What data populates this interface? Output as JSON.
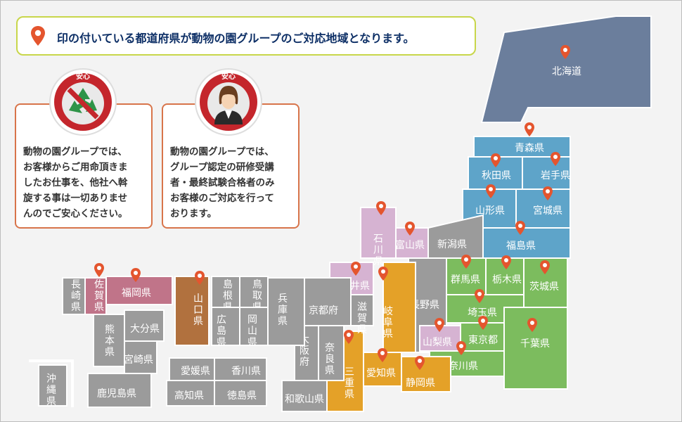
{
  "notice": {
    "text": "印の付いている都道府県が動物の園グループのご対応地域となります。"
  },
  "cards": [
    {
      "badge_text": "安心",
      "icon": "recycle-prohibited-icon",
      "text": "動物の園グループでは、\nお客様からご用命頂きま\nしたお仕事を、他社へ斡\n旋する事は一切ありませ\nんのでご安心ください。"
    },
    {
      "badge_text": "安心",
      "icon": "staff-avatar-icon",
      "text": "動物の園グループでは、\nグループ認定の研修受講\n者・最終試験合格者のみ\nお客様のご対応を行って\nおります。"
    }
  ],
  "colors": {
    "hokkaido": "#6b7e9c",
    "tohoku": "#5ea4c9",
    "kanto": "#7cbc5e",
    "chubu_orange": "#e4a128",
    "hokuriku_pink": "#d6b3d2",
    "kyushu_pink": "#c07489",
    "yamaguchi": "#b1713e",
    "gray": "#9b9b9b",
    "pin": "#e4552e",
    "notice_border": "#c8d64a",
    "card_border": "#d8744a",
    "notice_text": "#0d2f66"
  },
  "prefectures": [
    {
      "name": "北海道",
      "region": "hokkaido",
      "marked": true
    },
    {
      "name": "青森県",
      "region": "tohoku",
      "marked": true
    },
    {
      "name": "秋田県",
      "region": "tohoku",
      "marked": true
    },
    {
      "name": "岩手県",
      "region": "tohoku",
      "marked": true
    },
    {
      "name": "山形県",
      "region": "tohoku",
      "marked": true
    },
    {
      "name": "宮城県",
      "region": "tohoku",
      "marked": true
    },
    {
      "name": "福島県",
      "region": "tohoku",
      "marked": true
    },
    {
      "name": "新潟県",
      "region": "gray",
      "marked": false
    },
    {
      "name": "富山県",
      "region": "hokuriku_pink",
      "marked": true
    },
    {
      "name": "石川県",
      "region": "hokuriku_pink",
      "marked": true
    },
    {
      "name": "福井県",
      "region": "hokuriku_pink",
      "marked": true
    },
    {
      "name": "長野県",
      "region": "gray",
      "marked": false
    },
    {
      "name": "群馬県",
      "region": "kanto",
      "marked": true
    },
    {
      "name": "栃木県",
      "region": "kanto",
      "marked": true
    },
    {
      "name": "茨城県",
      "region": "kanto",
      "marked": true
    },
    {
      "name": "埼玉県",
      "region": "kanto",
      "marked": true
    },
    {
      "name": "東京都",
      "region": "kanto",
      "marked": true
    },
    {
      "name": "千葉県",
      "region": "kanto",
      "marked": true
    },
    {
      "name": "神奈川県",
      "region": "kanto",
      "marked": true
    },
    {
      "name": "山梨県",
      "region": "hokuriku_pink",
      "marked": true
    },
    {
      "name": "岐阜県",
      "region": "chubu_orange",
      "marked": true
    },
    {
      "name": "愛知県",
      "region": "chubu_orange",
      "marked": true
    },
    {
      "name": "静岡県",
      "region": "chubu_orange",
      "marked": true
    },
    {
      "name": "三重県",
      "region": "chubu_orange",
      "marked": true
    },
    {
      "name": "滋賀県",
      "region": "gray",
      "marked": false
    },
    {
      "name": "京都府",
      "region": "gray",
      "marked": false
    },
    {
      "name": "大阪府",
      "region": "gray",
      "marked": false
    },
    {
      "name": "奈良県",
      "region": "gray",
      "marked": false
    },
    {
      "name": "和歌山県",
      "region": "gray",
      "marked": false
    },
    {
      "name": "兵庫県",
      "region": "gray",
      "marked": false
    },
    {
      "name": "鳥取県",
      "region": "gray",
      "marked": false
    },
    {
      "name": "島根県",
      "region": "gray",
      "marked": false
    },
    {
      "name": "岡山県",
      "region": "gray",
      "marked": false
    },
    {
      "name": "広島県",
      "region": "gray",
      "marked": false
    },
    {
      "name": "山口県",
      "region": "yamaguchi",
      "marked": true
    },
    {
      "name": "香川県",
      "region": "gray",
      "marked": false
    },
    {
      "name": "愛媛県",
      "region": "gray",
      "marked": false
    },
    {
      "name": "徳島県",
      "region": "gray",
      "marked": false
    },
    {
      "name": "高知県",
      "region": "gray",
      "marked": false
    },
    {
      "name": "福岡県",
      "region": "kyushu_pink",
      "marked": true
    },
    {
      "name": "佐賀県",
      "region": "kyushu_pink",
      "marked": true
    },
    {
      "name": "長崎県",
      "region": "gray",
      "marked": false
    },
    {
      "name": "大分県",
      "region": "gray",
      "marked": false
    },
    {
      "name": "熊本県",
      "region": "gray",
      "marked": false
    },
    {
      "name": "宮崎県",
      "region": "gray",
      "marked": false
    },
    {
      "name": "鹿児島県",
      "region": "gray",
      "marked": false
    },
    {
      "name": "沖縄県",
      "region": "gray",
      "marked": false
    }
  ]
}
